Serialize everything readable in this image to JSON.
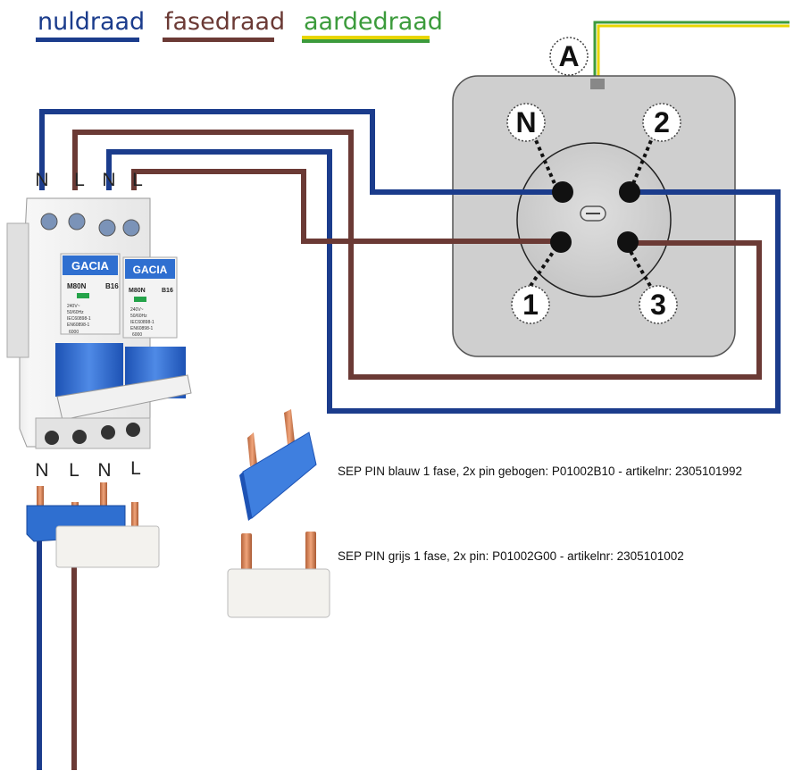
{
  "colors": {
    "nul": "#1b3c8c",
    "fase": "#6b3a35",
    "aarde_yellow": "#e8d600",
    "aarde_green": "#3c9b3c",
    "socket_bg": "#cfcfcf",
    "breaker_blue": "#2f6fd0"
  },
  "legend": {
    "nul_label": "nuldraad",
    "fase_label": "fasedraad",
    "aarde_label": "aardedraad"
  },
  "breaker": {
    "top_terminals": [
      "N",
      "L",
      "N",
      "L"
    ],
    "bottom_terminals": [
      "N",
      "L",
      "N",
      "L"
    ],
    "brand": "GACIA",
    "model": "M80N",
    "rating": "B16",
    "spec_lines": [
      "240V~",
      "50/60Hz",
      "IEC60898-1",
      "EN60898-1"
    ],
    "capacity": "6000"
  },
  "socket": {
    "earth_label": "A",
    "pin_labels": {
      "n": "N",
      "p1": "1",
      "p2": "2",
      "p3": "3"
    }
  },
  "captions": {
    "sep_blue": "SEP PIN blauw 1 fase, 2x pin gebogen: P01002B10 - artikelnr: 2305101992",
    "sep_grey": "SEP PIN grijs 1 fase, 2x pin:  P01002G00 - artikelnr: 2305101002"
  }
}
